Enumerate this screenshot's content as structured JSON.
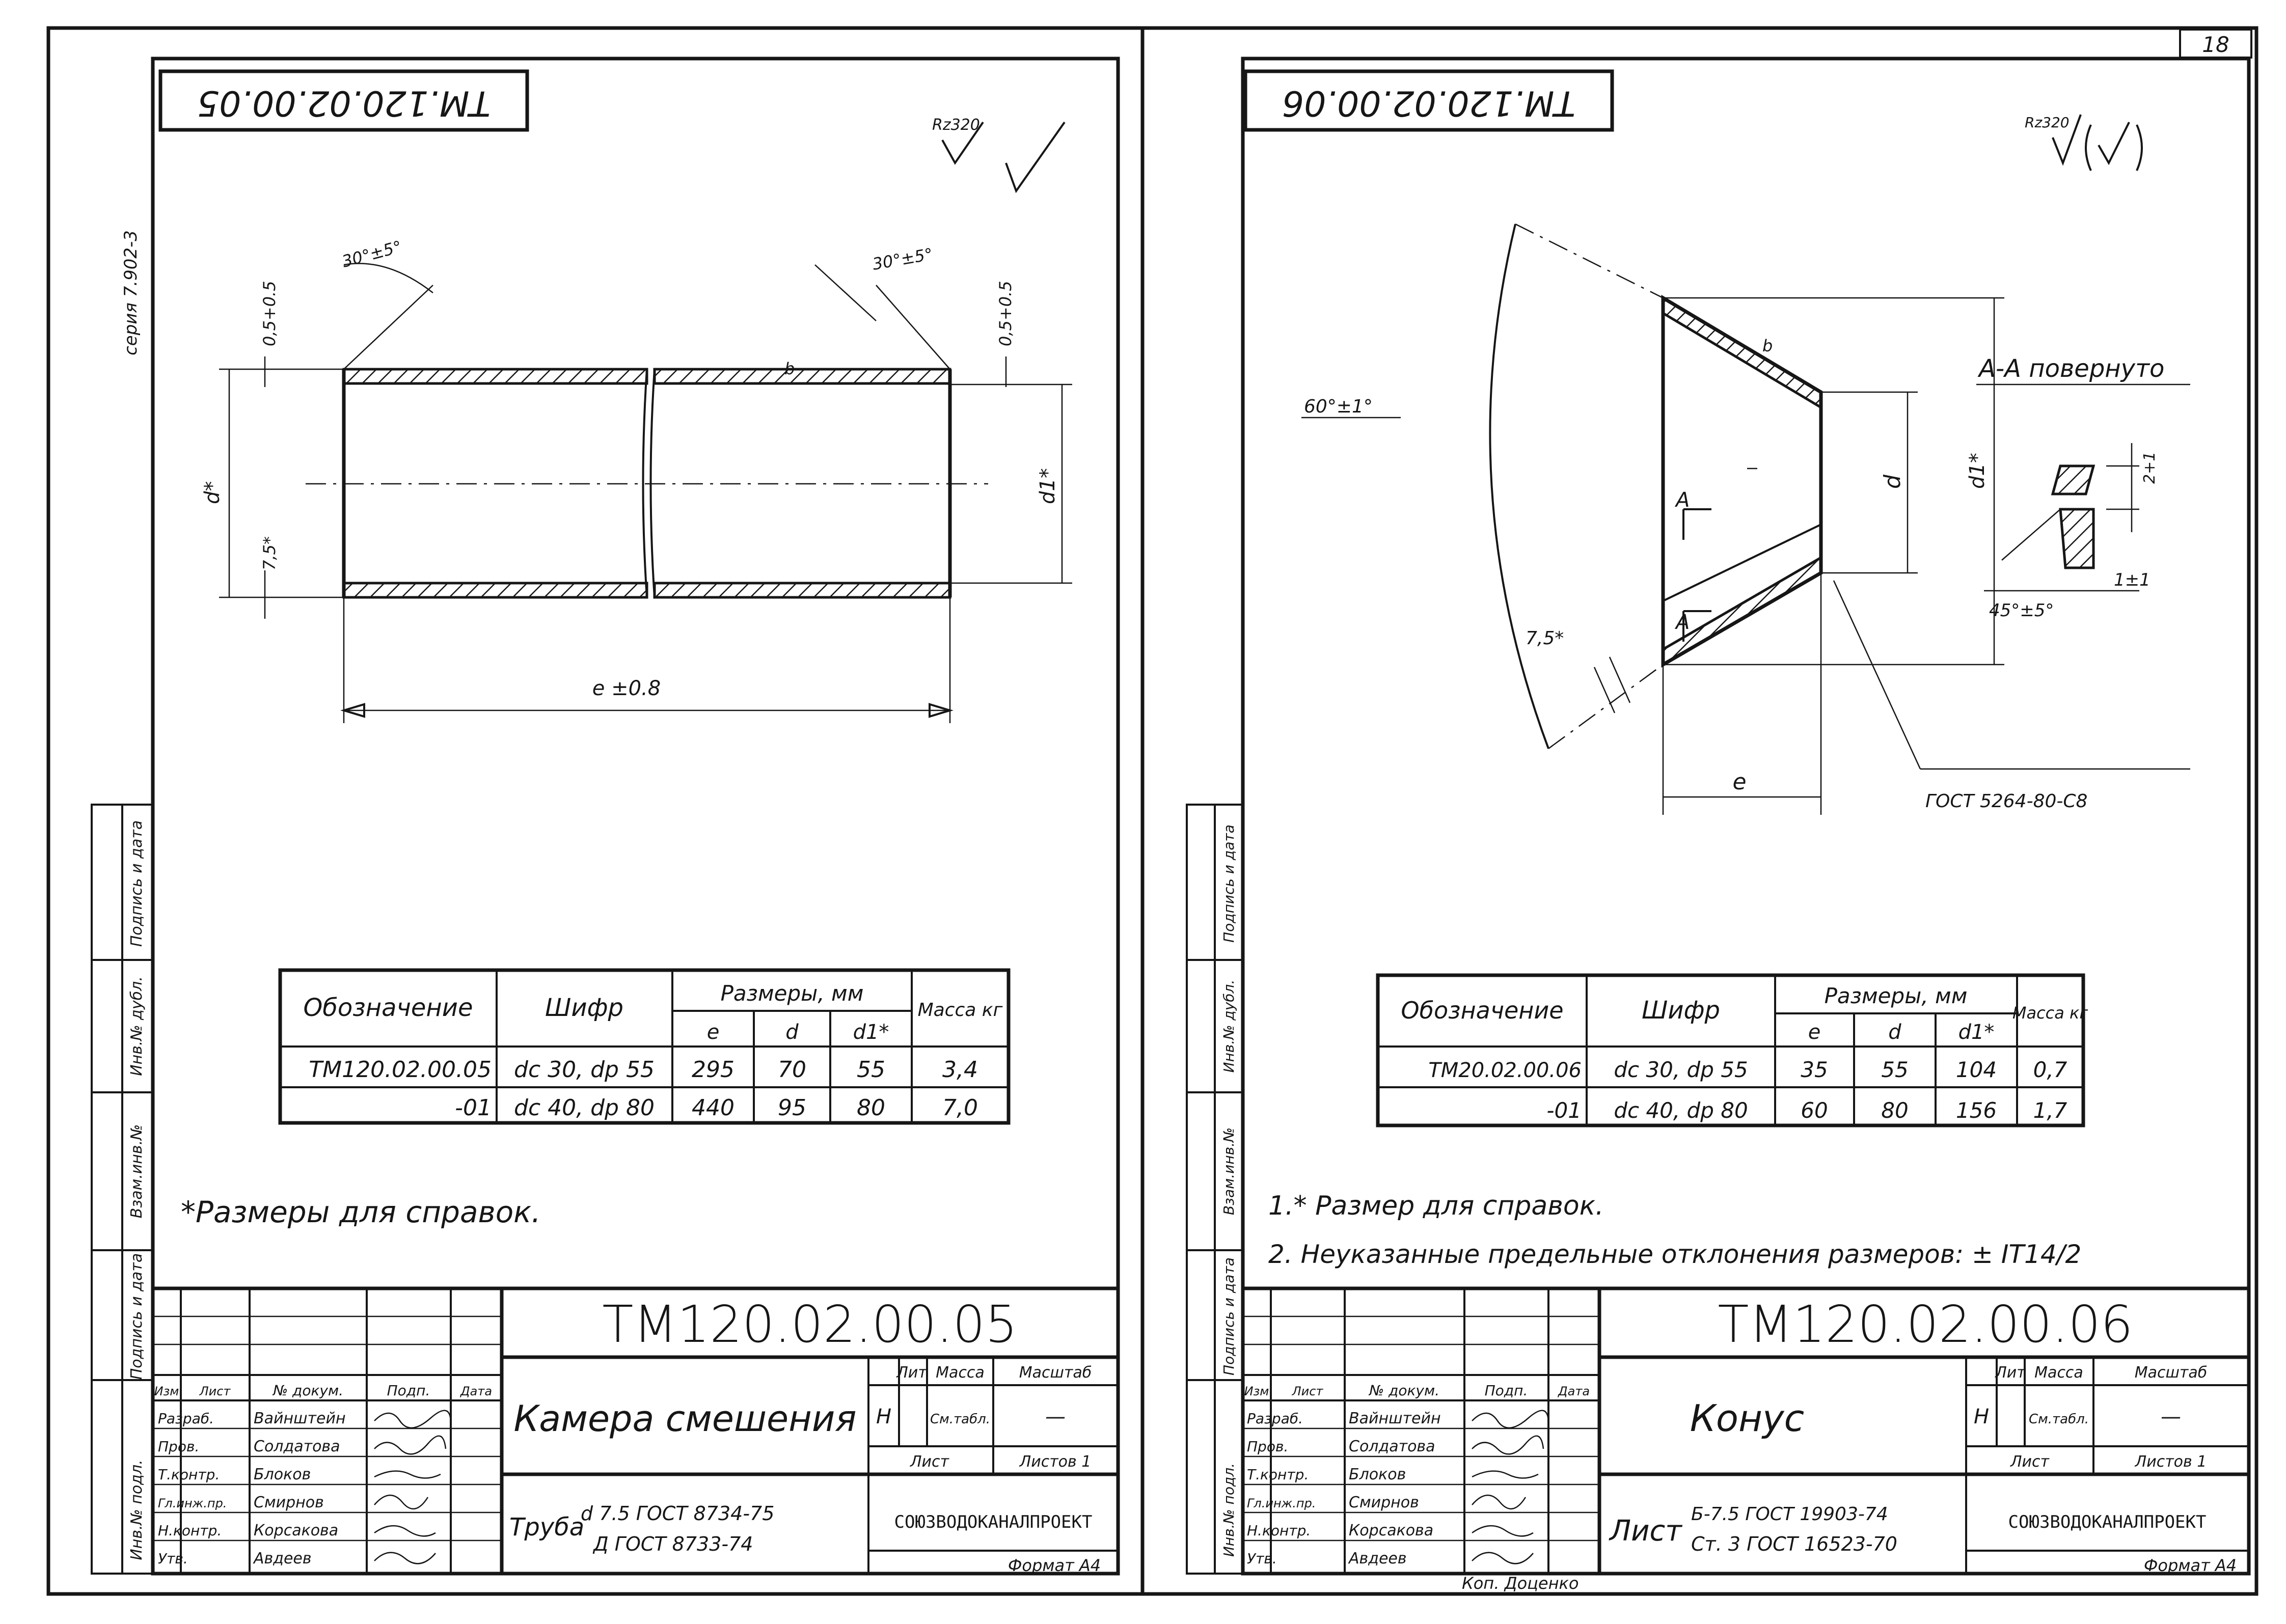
{
  "sheet_number": "18",
  "left_sheet": {
    "doc_code_rotated": "ТМ.120.02.00.05",
    "series_label": "серия 7.902-3",
    "roughness_note": "Rz320",
    "dims": {
      "angle_left": "30°±5°",
      "angle_right": "30°±5°",
      "offset_left": "0,5+0.5",
      "offset_right": "0,5+0.5",
      "wall": "7,5*",
      "d_inner": "d*",
      "d_outer": "d1*",
      "length": "e ±0.8",
      "edge": "b"
    },
    "table": {
      "headers": {
        "col1": "Обозначение",
        "col2": "Шифр",
        "dims_group": "Размеры, мм",
        "mass": "Масса кг"
      },
      "subheaders": [
        "e",
        "d",
        "d1*"
      ],
      "rows": [
        {
          "code": "ТМ120.02.00.05",
          "cipher": "dc 30, dp 55",
          "e": "295",
          "d": "70",
          "d1": "55",
          "mass": "3,4"
        },
        {
          "code": "-01",
          "cipher": "dc 40, dp 80",
          "e": "440",
          "d": "95",
          "d1": "80",
          "mass": "7,0"
        }
      ]
    },
    "note": "*Размеры для справок.",
    "title_block": {
      "designation": "ТМ120.02.00.05",
      "name": "Камера смешения",
      "material_prefix": "Труба",
      "material_line1": "d 7.5 ГОСТ 8734-75",
      "material_line2": "Д ГОСТ 8733-74",
      "organization": "СОЮЗВОДОКАНАЛПРОЕКТ",
      "format": "Формат А4",
      "lit_label": "Лит",
      "mass_label": "Масса",
      "scale_label": "Масштаб",
      "lit_value": "Н",
      "mass_value": "См.табл.",
      "scale_value": "—",
      "sheet_label": "Лист",
      "sheets_label": "Листов 1",
      "col_heads": [
        "Изм",
        "Лист",
        "№ докум.",
        "Подп.",
        "Дата"
      ],
      "roles": [
        "Разраб.",
        "Пров.",
        "Т.контр.",
        "Гл.инж.пр.",
        "Н.контр.",
        "Утв."
      ],
      "people": [
        "Вайнштейн",
        "Солдатова",
        "Блоков",
        "Смирнов",
        "Корсакова",
        "Авдеев"
      ]
    },
    "side_stamps": [
      "Инв.№ подл.",
      "Подпись и дата",
      "Взам.инв.№",
      "Инв.№ дубл.",
      "Подпись и дата"
    ]
  },
  "right_sheet": {
    "doc_code_rotated": "ТМ.120.02.00.06",
    "roughness_note": "Rz320",
    "dims": {
      "angle": "60°±1°",
      "wall": "7,5*",
      "d_inner": "d",
      "d_outer": "d1*",
      "length": "e",
      "edge": "b",
      "mark_a": "A",
      "gost_weld": "ГОСТ 5264-80-С8"
    },
    "section": {
      "title": "А-А повернуто",
      "gap": "2+1",
      "land": "1±1",
      "angle": "45°±5°"
    },
    "table": {
      "headers": {
        "col1": "Обозначение",
        "col2": "Шифр",
        "dims_group": "Размеры, мм",
        "mass": "Масса кг"
      },
      "subheaders": [
        "e",
        "d",
        "d1*"
      ],
      "rows": [
        {
          "code": "ТМ20.02.00.06",
          "cipher": "dc 30, dp 55",
          "e": "35",
          "d": "55",
          "d1": "104",
          "mass": "0,7"
        },
        {
          "code": "-01",
          "cipher": "dc 40, dp 80",
          "e": "60",
          "d": "80",
          "d1": "156",
          "mass": "1,7"
        }
      ]
    },
    "note1": "1.* Размер для справок.",
    "note2": "2. Неуказанные предельные отклонения размеров: ± IT14/2",
    "title_block": {
      "designation": "ТМ120.02.00.06",
      "name": "Конус",
      "material_prefix": "Лист",
      "material_line1": "Б-7.5 ГОСТ 19903-74",
      "material_line2": "Ст. 3 ГОСТ 16523-70",
      "organization": "СОЮЗВОДОКАНАЛПРОЕКТ",
      "format": "Формат А4",
      "copied": "Коп. Доценко",
      "lit_label": "Лит",
      "mass_label": "Масса",
      "scale_label": "Масштаб",
      "lit_value": "Н",
      "mass_value": "См.табл.",
      "scale_value": "—",
      "sheet_label": "Лист",
      "sheets_label": "Листов 1",
      "col_heads": [
        "Изм",
        "Лист",
        "№ докум.",
        "Подп.",
        "Дата"
      ],
      "roles": [
        "Разраб.",
        "Пров.",
        "Т.контр.",
        "Гл.инж.пр.",
        "Н.контр.",
        "Утв."
      ],
      "people": [
        "Вайнштейн",
        "Солдатова",
        "Блоков",
        "Смирнов",
        "Корсакова",
        "Авдеев"
      ]
    },
    "side_stamps": [
      "Инв.№ подл.",
      "Подпись и дата",
      "Взам.инв.№",
      "Инв.№ дубл.",
      "Подпись и дата"
    ]
  }
}
